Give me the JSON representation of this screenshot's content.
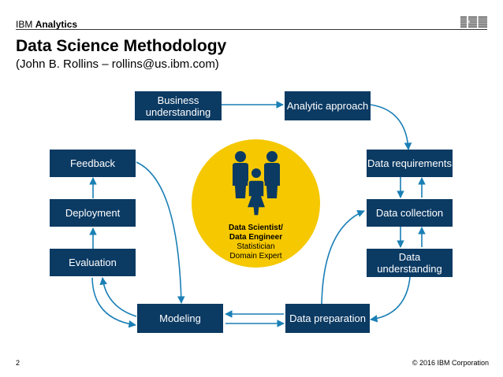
{
  "header": {
    "brand_light": "IBM",
    "brand_bold": "Analytics",
    "logo_icon": "ibm-striped-logo-icon"
  },
  "title": "Data Science Methodology",
  "subtitle": "(John B. Rollins – rollins@us.ibm.com)",
  "stages": {
    "business_understanding": "Business understanding",
    "analytic_approach": "Analytic approach",
    "data_requirements": "Data requirements",
    "data_collection": "Data collection",
    "data_understanding": "Data understanding",
    "data_preparation": "Data preparation",
    "modeling": "Modeling",
    "evaluation": "Evaluation",
    "deployment": "Deployment",
    "feedback": "Feedback"
  },
  "center": {
    "icon": "people-group-icon",
    "role1": "Data Scientist/",
    "role2": "Data Engineer",
    "role3": "Statistician",
    "role4": "Domain Expert"
  },
  "footer": {
    "page_number": "2",
    "copyright": "© 2016 IBM Corporation"
  },
  "colors": {
    "box_fill": "#0b3a63",
    "arrow": "#1a7fb5",
    "circle": "#f5c800",
    "people": "#0b3a63"
  }
}
